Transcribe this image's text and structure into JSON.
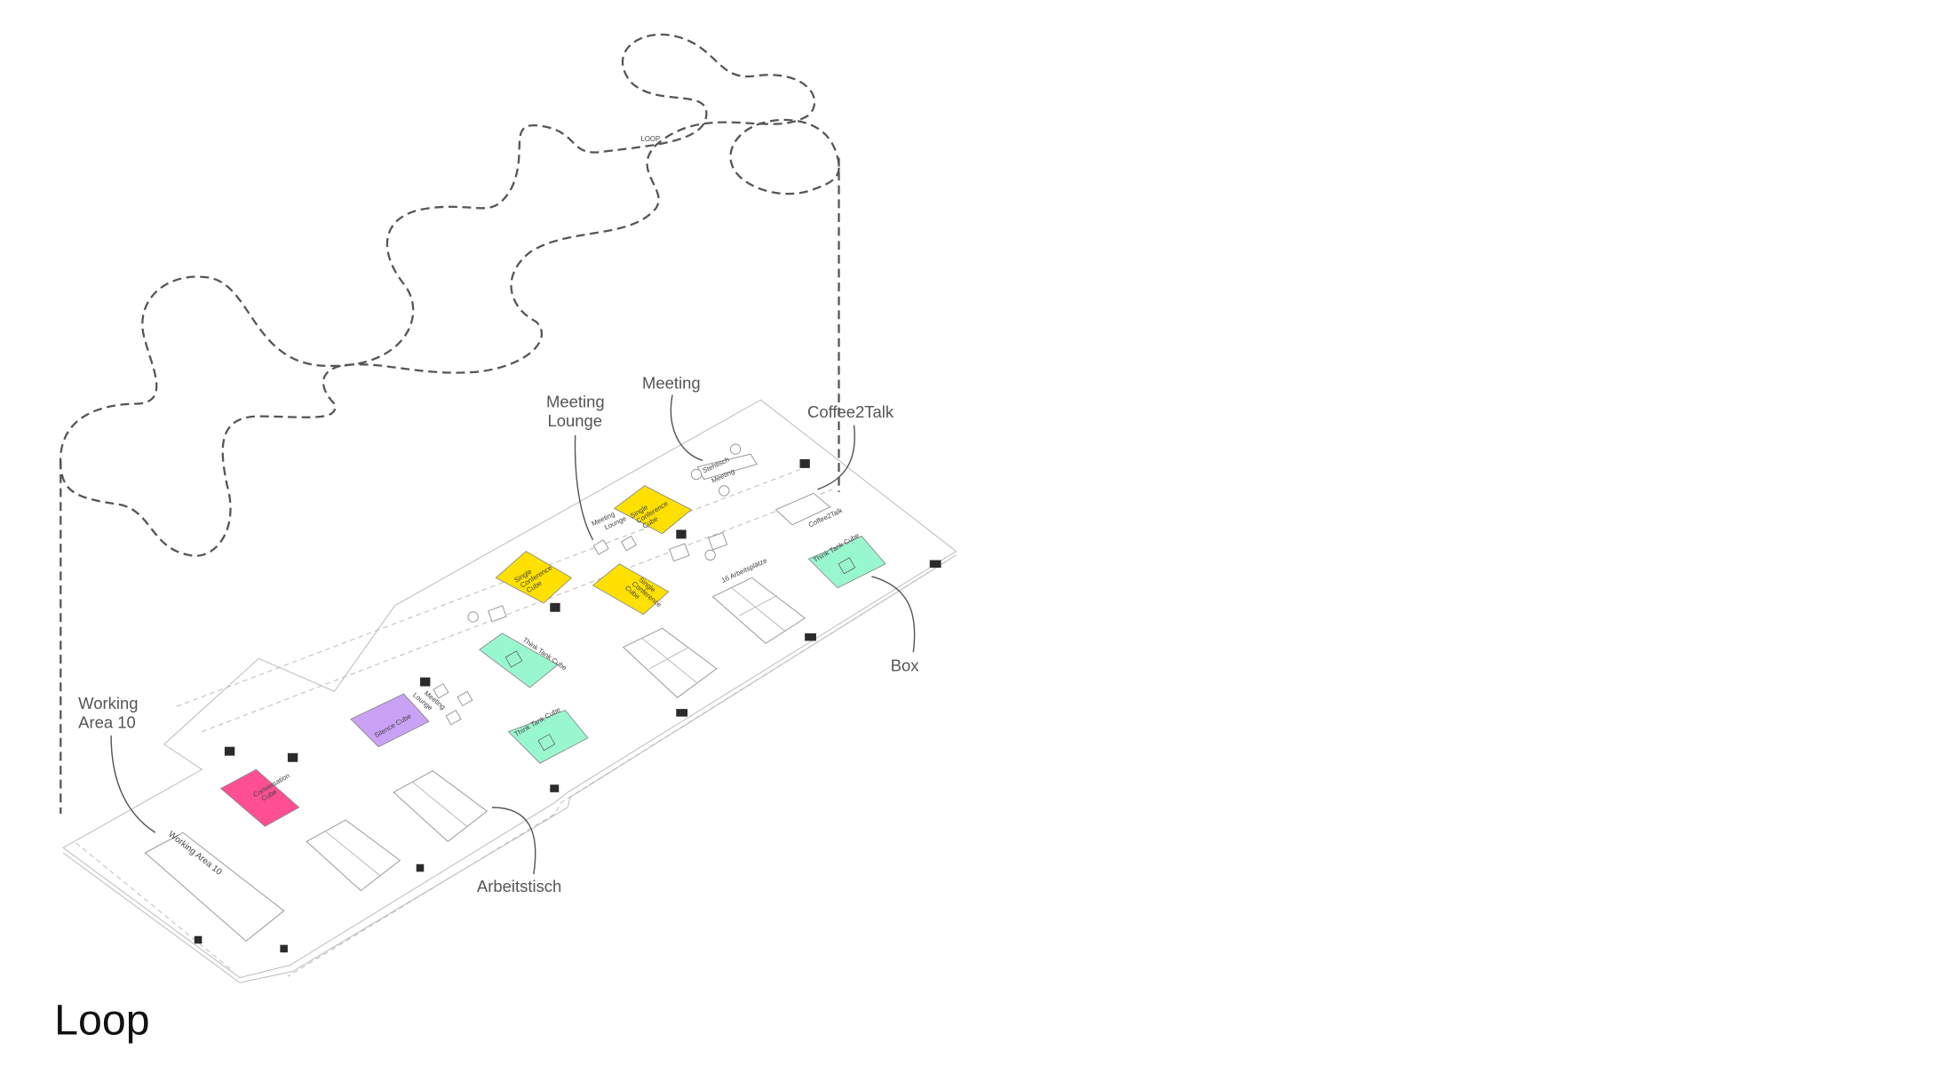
{
  "title": "Loop",
  "loop_label": "LOOP",
  "callouts": {
    "meeting_lounge": [
      "Meeting",
      "Lounge"
    ],
    "meeting": "Meeting",
    "coffee2talk": "Coffee2Talk",
    "box": "Box",
    "working_area": [
      "Working",
      "Area 10"
    ],
    "arbeitstisch": "Arbeitstisch"
  },
  "plan_labels": {
    "stehtisch": "Stehtisch",
    "meeting": "Meeting",
    "meeting_lounge_top": [
      "Meeting",
      "Lounge"
    ],
    "meeting_lounge_mid": [
      "Meeting",
      "Lounge"
    ],
    "coffee2talk": "Coffee2Talk",
    "arbeitsplaetze": "16 Arbeitsplätze",
    "working_area": "Working Area 10",
    "single_conference_cube": [
      "Single",
      "Conference",
      "Cube"
    ],
    "think_tank_cube": "Think Tank Cube",
    "silence_cube": "Silence Cube",
    "conversation_cube": [
      "Conversation",
      "Cube"
    ]
  },
  "colors": {
    "single_conference": "#ffe000",
    "think_tank": "#99f7cf",
    "silence": "#c9a2f5",
    "conversation": "#ff4f93"
  }
}
